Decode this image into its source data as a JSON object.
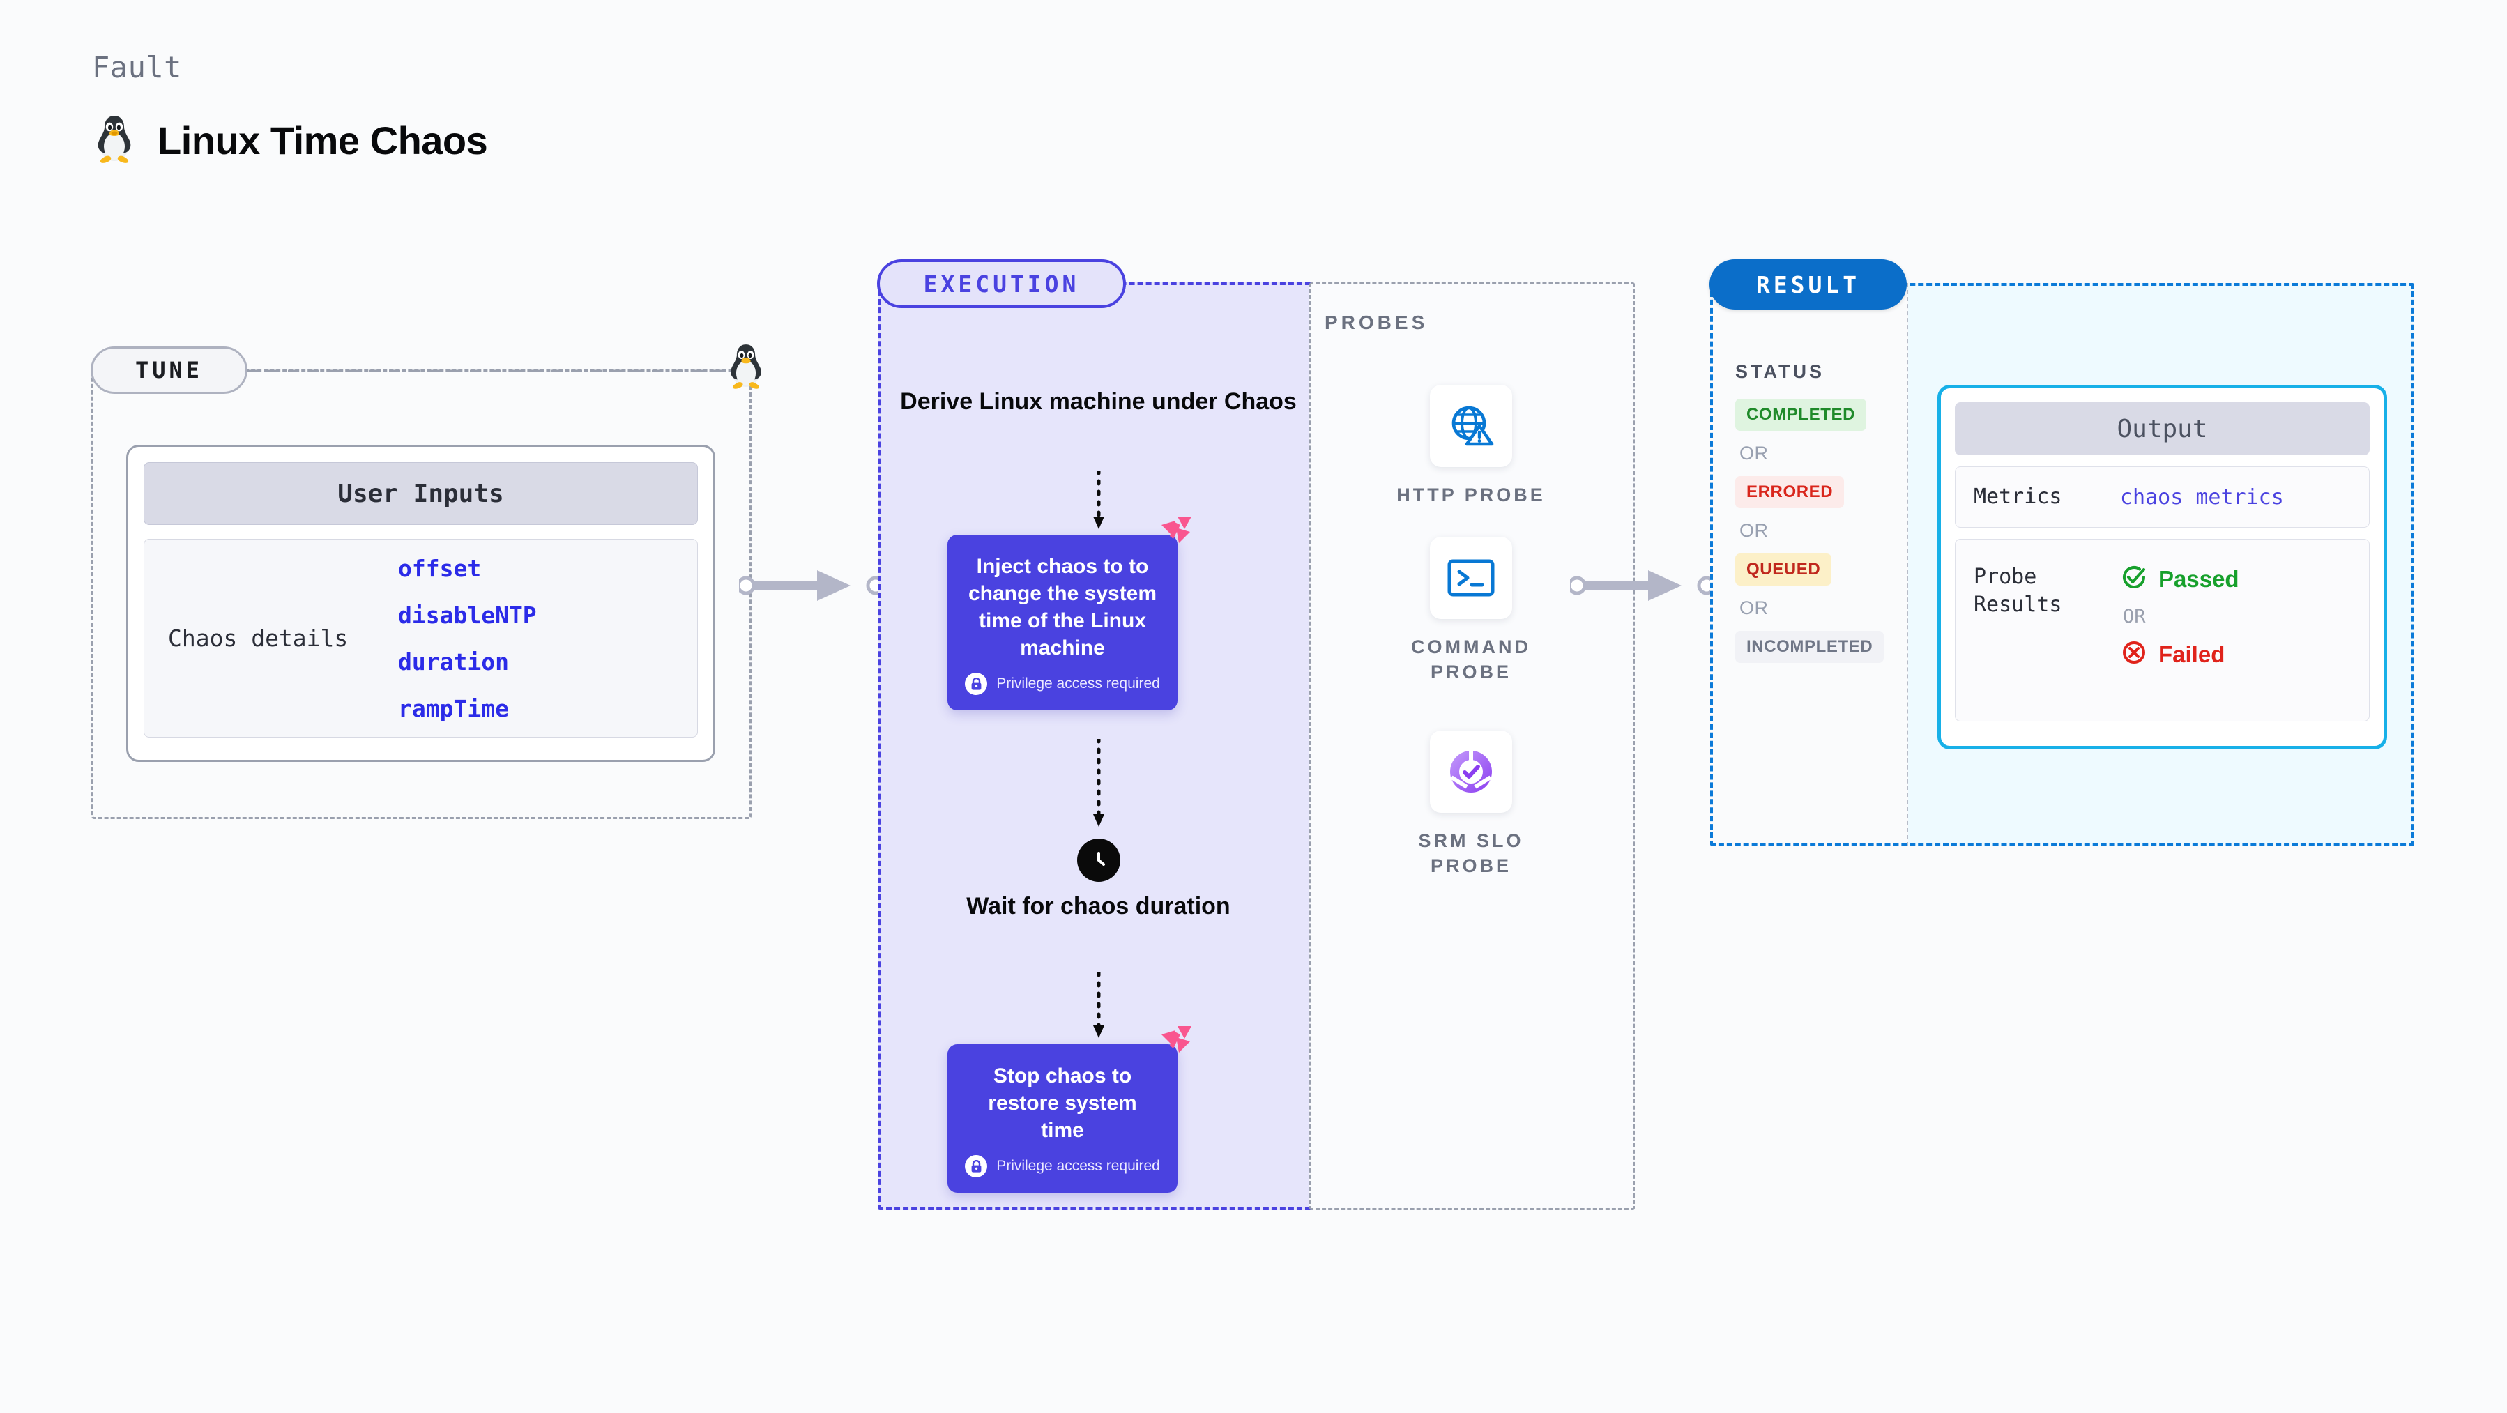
{
  "header": {
    "eyebrow": "Fault",
    "title": "Linux Time Chaos",
    "icon": "linux-tux-icon"
  },
  "tune": {
    "pill_label": "TUNE",
    "card_title": "User Inputs",
    "row_label": "Chaos details",
    "params": [
      "offset",
      "disableNTP",
      "duration",
      "rampTime"
    ],
    "boundary_icon": "linux-tux-icon"
  },
  "execution": {
    "pill_label": "EXECUTION",
    "steps": [
      {
        "kind": "title",
        "text": "Derive Linux machine under Chaos"
      },
      {
        "kind": "box",
        "text": "Inject chaos to to change the system time of the Linux machine",
        "privilege_note": "Privilege access required",
        "badge_icon": "litmus-chaos-icon",
        "lock_icon": "lock-icon"
      },
      {
        "kind": "wait",
        "text": "Wait for chaos duration",
        "icon": "clock-icon"
      },
      {
        "kind": "box",
        "text": "Stop chaos to restore system time",
        "privilege_note": "Privilege access required",
        "badge_icon": "litmus-chaos-icon",
        "lock_icon": "lock-icon"
      }
    ]
  },
  "probes": {
    "label": "PROBES",
    "items": [
      {
        "caption": "HTTP PROBE",
        "icon": "globe-warning-icon"
      },
      {
        "caption": "COMMAND PROBE",
        "icon": "terminal-prompt-icon"
      },
      {
        "caption": "SRM SLO PROBE",
        "icon": "slo-donut-check-icon"
      }
    ]
  },
  "result": {
    "pill_label": "RESULT",
    "status_label": "STATUS",
    "or_label": "OR",
    "statuses": [
      {
        "label": "COMPLETED",
        "color": "#1f8a2a",
        "bg": "#dff4e0"
      },
      {
        "label": "ERRORED",
        "color": "#d9261c",
        "bg": "#fcebea"
      },
      {
        "label": "QUEUED",
        "color": "#c0281d",
        "bg": "#fcf0c8"
      },
      {
        "label": "INCOMPLETED",
        "color": "#707787",
        "bg": "#f1f2f6"
      }
    ],
    "output": {
      "title": "Output",
      "metrics_key": "Metrics",
      "metrics_value": "chaos metrics",
      "probe_key": "Probe Results",
      "passed_label": "Passed",
      "failed_label": "Failed",
      "or_label": "OR",
      "passed_icon": "check-circle-icon",
      "failed_icon": "x-circle-icon"
    }
  },
  "colors": {
    "indigo": "#4a42e0",
    "indigo_panel_bg": "#e6e5fb",
    "result_blue": "#0b6ec9",
    "output_cyan": "#17b0e8",
    "output_bg": "#eefaff",
    "chaos_pink": "#f9568f",
    "probe_blue": "#0878d4",
    "probe_purple": "#8b3df0",
    "connector_gray": "#b3b6c8"
  }
}
